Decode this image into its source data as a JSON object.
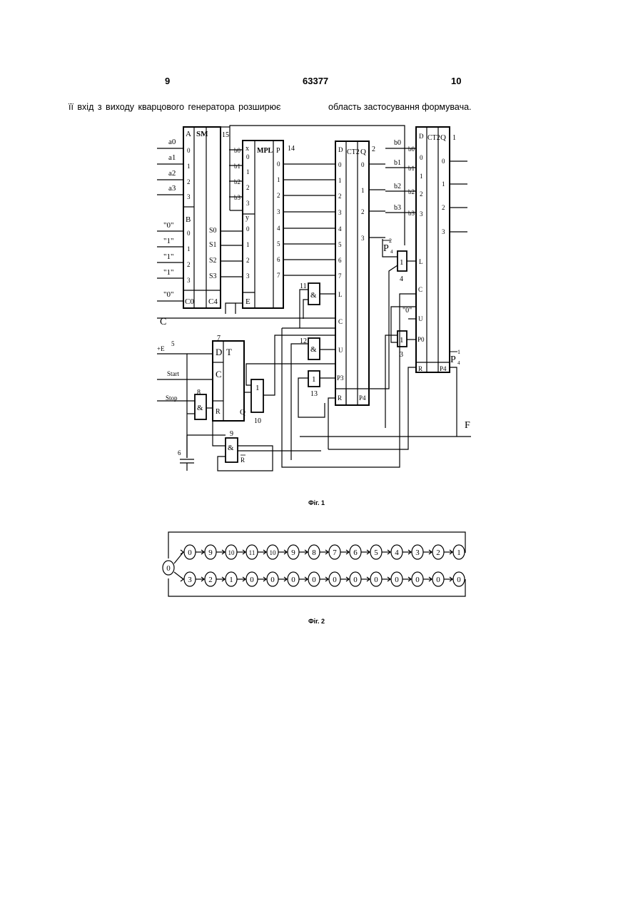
{
  "header": {
    "left_page": "9",
    "patent_number": "63377",
    "right_page": "10"
  },
  "body_text": {
    "left": "її вхід з виходу кварцового генератора розширює",
    "right": "область застосування формувача."
  },
  "fig1": {
    "caption": "Фіг. 1",
    "sm": {
      "title": "SM",
      "a": "A",
      "b": "B",
      "c0": "C0",
      "c4": "C4",
      "outputs": [
        "S0",
        "S1",
        "S2",
        "S3"
      ],
      "a_inputs": [
        "a0",
        "a1",
        "a2",
        "a3"
      ],
      "b_inputs": [
        "\"0\"",
        "\"1\"",
        "\"1\"",
        "\"1\""
      ],
      "c_input": "\"0\"",
      "pins": [
        "0",
        "1",
        "2",
        "3"
      ]
    },
    "mpl": {
      "title": "MPL",
      "x": "x",
      "y": "y",
      "p": "P",
      "e": "E",
      "b_inputs": [
        "b0",
        "b1",
        "b2",
        "b3"
      ],
      "pins_x": [
        "0",
        "1",
        "2",
        "3"
      ],
      "pins_y": [
        "0",
        "1",
        "2",
        "3"
      ],
      "outputs": [
        "0",
        "1",
        "2",
        "3",
        "4",
        "5",
        "6",
        "7"
      ]
    },
    "ct2a": {
      "title": "CT2",
      "d": "D",
      "q": "Q",
      "l": "L",
      "c": "C",
      "u": "U",
      "p3": "P3",
      "r": "R",
      "p4": "P4",
      "d_pins": [
        "0",
        "1",
        "2",
        "3",
        "4",
        "5",
        "6",
        "7"
      ],
      "q_pins": [
        "0",
        "1",
        "2",
        "3"
      ]
    },
    "ct2b": {
      "title": "CT2",
      "d": "D",
      "q": "Q",
      "l": "L",
      "c": "C",
      "u": "U",
      "p0": "P0",
      "r": "R",
      "p4": "P4",
      "b_inputs": [
        "b0",
        "b1",
        "b2",
        "b3"
      ],
      "d_pins": [
        "0",
        "1",
        "2",
        "3"
      ],
      "q_pins": [
        "0",
        "1",
        "2",
        "3"
      ],
      "u_input": "\"0\""
    },
    "trigger": {
      "d": "D",
      "t": "T",
      "c": "C",
      "r": "R",
      "q": "Q"
    },
    "signals": {
      "plus_e": "+E",
      "start": "Start",
      "stop": "Stop",
      "c": "C",
      "f": "F",
      "p4_2": "P",
      "p4_2_sup": "2",
      "p4_2_sub": "4",
      "p4_1": "P",
      "p4_1_sup": "1",
      "p4_1_sub": "4",
      "r_bar": "R"
    },
    "gates": {
      "and": "&",
      "or": "1"
    },
    "labels": [
      "1",
      "2",
      "3",
      "4",
      "5",
      "6",
      "7",
      "8",
      "9",
      "10",
      "11",
      "12",
      "13",
      "14",
      "15"
    ]
  },
  "fig2": {
    "caption": "Фіг. 2",
    "start_state": "0",
    "top_row": [
      "0",
      "9",
      "10",
      "11",
      "10",
      "9",
      "8",
      "7",
      "6",
      "5",
      "4",
      "3",
      "2",
      "1"
    ],
    "bottom_row": [
      "3",
      "2",
      "1",
      "0",
      "0",
      "0",
      "0",
      "0",
      "0",
      "0",
      "0",
      "0",
      "0",
      "0"
    ]
  }
}
